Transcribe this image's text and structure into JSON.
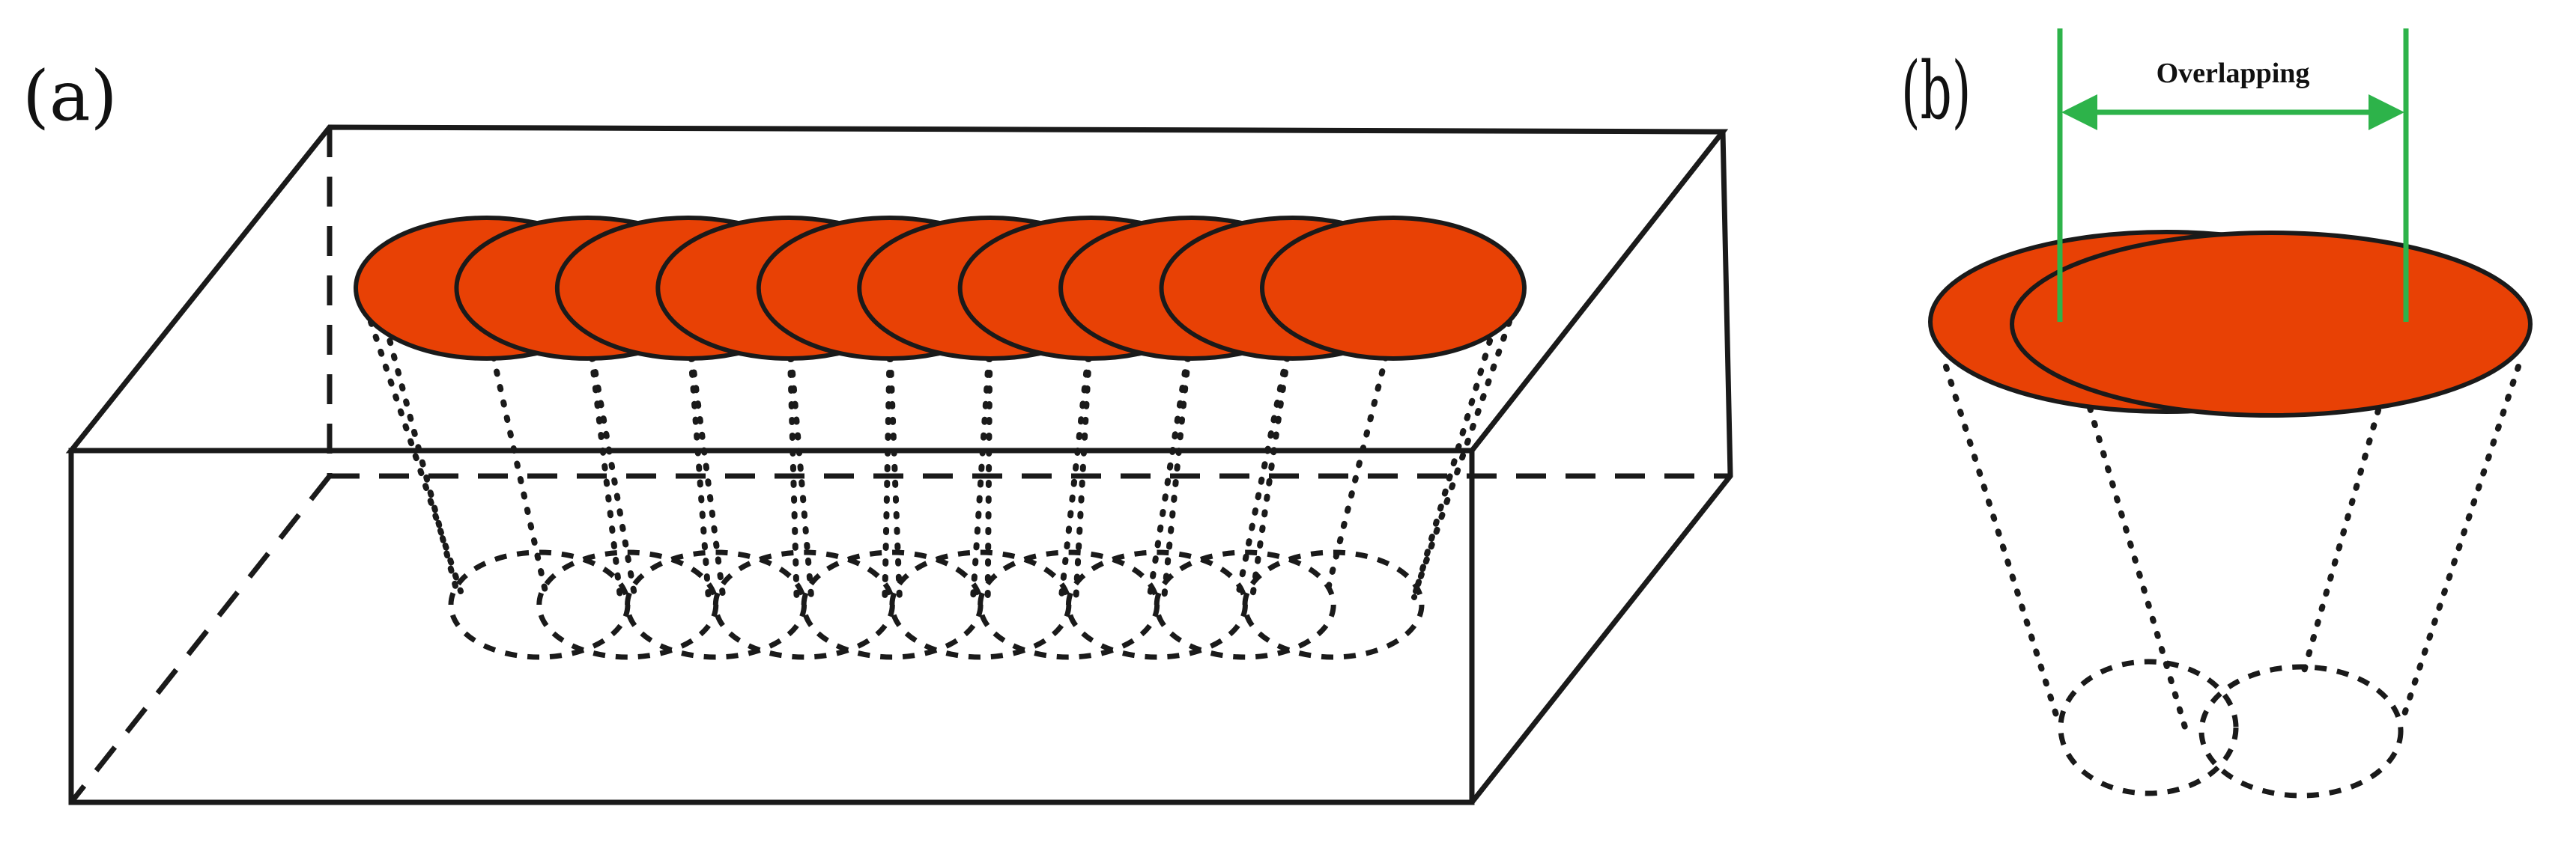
{
  "figure": {
    "panel_a": {
      "label": "(a)",
      "spot_count": 10
    },
    "panel_b": {
      "label": "(b)",
      "annotation": "Overlapping"
    }
  },
  "colors": {
    "spot_fill": "#E84105",
    "outline": "#1a1a1a",
    "dimension_line": "#2DB34A",
    "background": "#FFFFFF"
  }
}
